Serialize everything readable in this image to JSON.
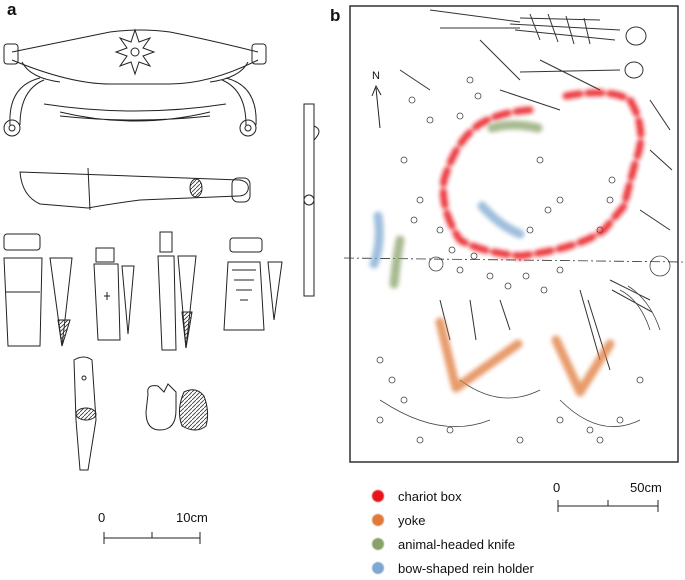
{
  "panels": {
    "a": "a",
    "b": "b"
  },
  "scale_a": {
    "start": "0",
    "end": "10cm"
  },
  "scale_b": {
    "start": "0",
    "end": "50cm"
  },
  "north_label": "N",
  "legend": [
    {
      "label": "chariot box",
      "color": "#e8141c"
    },
    {
      "label": "yoke",
      "color": "#e07a3a"
    },
    {
      "label": "animal-headed knife",
      "color": "#8aa26a"
    },
    {
      "label": "bow-shaped rein holder",
      "color": "#7fa8d0"
    }
  ]
}
